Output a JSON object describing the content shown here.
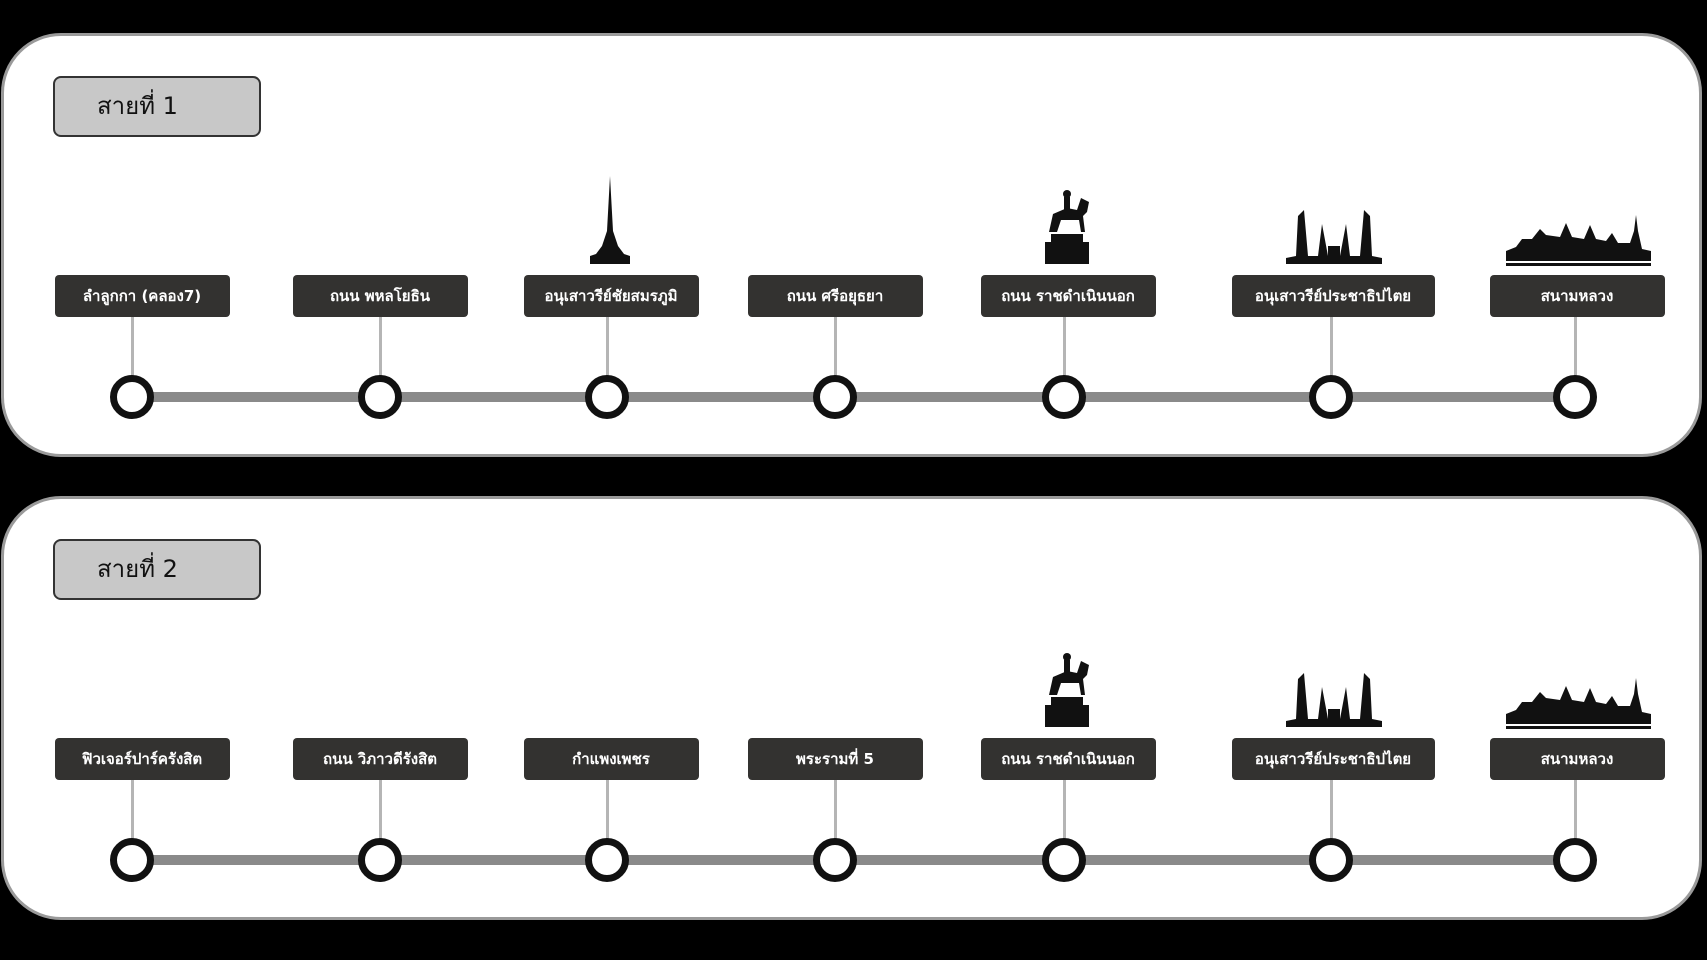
{
  "routes": [
    {
      "title": "สายที่ 1",
      "stops": [
        {
          "name": "ลำลูกกา (คลอง7)",
          "icon": ""
        },
        {
          "name": "ถนน พหลโยธิน",
          "icon": ""
        },
        {
          "name": "อนุเสาวรีย์ชัยสมรภูมิ",
          "icon": "victory-monument-icon"
        },
        {
          "name": "ถนน ศรีอยุธยา",
          "icon": ""
        },
        {
          "name": "ถนน ราชดำเนินนอก",
          "icon": "equestrian-statue-icon"
        },
        {
          "name": "อนุเสาวรีย์ประชาธิปไตย",
          "icon": "democracy-monument-icon"
        },
        {
          "name": "สนามหลวง",
          "icon": "grand-palace-icon"
        }
      ]
    },
    {
      "title": "สายที่ 2",
      "stops": [
        {
          "name": "ฟิวเจอร์ปาร์ครังสิต",
          "icon": ""
        },
        {
          "name": "ถนน วิภาวดีรังสิต",
          "icon": ""
        },
        {
          "name": "กำแพงเพชร",
          "icon": ""
        },
        {
          "name": "พระรามที่ 5",
          "icon": ""
        },
        {
          "name": "ถนน ราชดำเนินนอก",
          "icon": "equestrian-statue-icon"
        },
        {
          "name": "อนุเสาวรีย์ประชาธิปไตย",
          "icon": "democracy-monument-icon"
        },
        {
          "name": "สนามหลวง",
          "icon": "grand-palace-icon"
        }
      ]
    }
  ],
  "colors": {
    "label_bg": "#333230",
    "track": "#8a8a8a",
    "title_bg": "#c8c8c8"
  }
}
